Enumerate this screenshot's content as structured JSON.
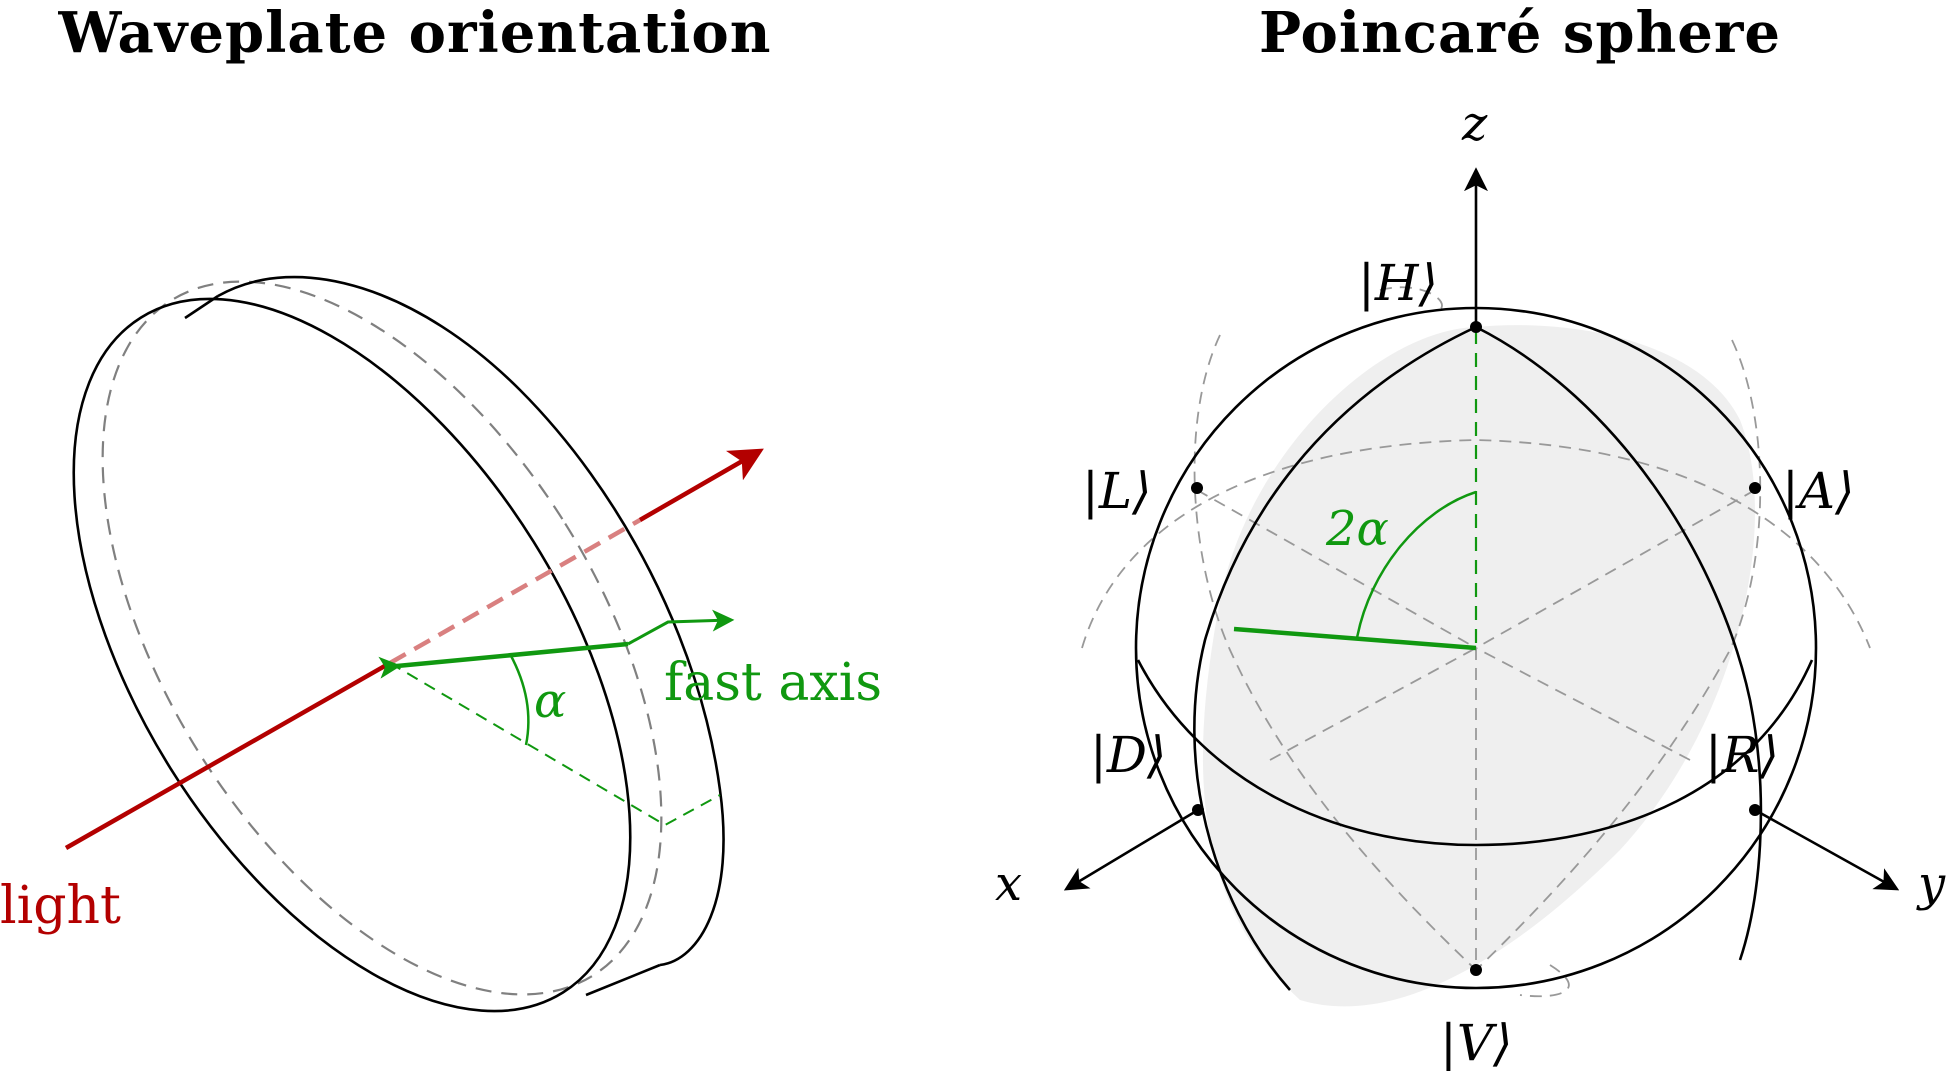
{
  "left_panel": {
    "title": "Waveplate orientation",
    "labels": {
      "light": "light",
      "fast_axis": "fast axis",
      "angle": "α"
    }
  },
  "right_panel": {
    "title": "Poincaré sphere",
    "axes": {
      "x": "x",
      "y": "y",
      "z": "z"
    },
    "states": {
      "H": "|H⟩",
      "V": "|V⟩",
      "D": "|D⟩",
      "A": "|A⟩",
      "L": "|L⟩",
      "R": "|R⟩"
    },
    "angle": "2α"
  },
  "colors": {
    "light": "#b30000",
    "light_faded": "#d98080",
    "fast_axis": "#109810",
    "outline": "#000000",
    "hidden": "#808080",
    "plane_fill": "#efefef"
  }
}
